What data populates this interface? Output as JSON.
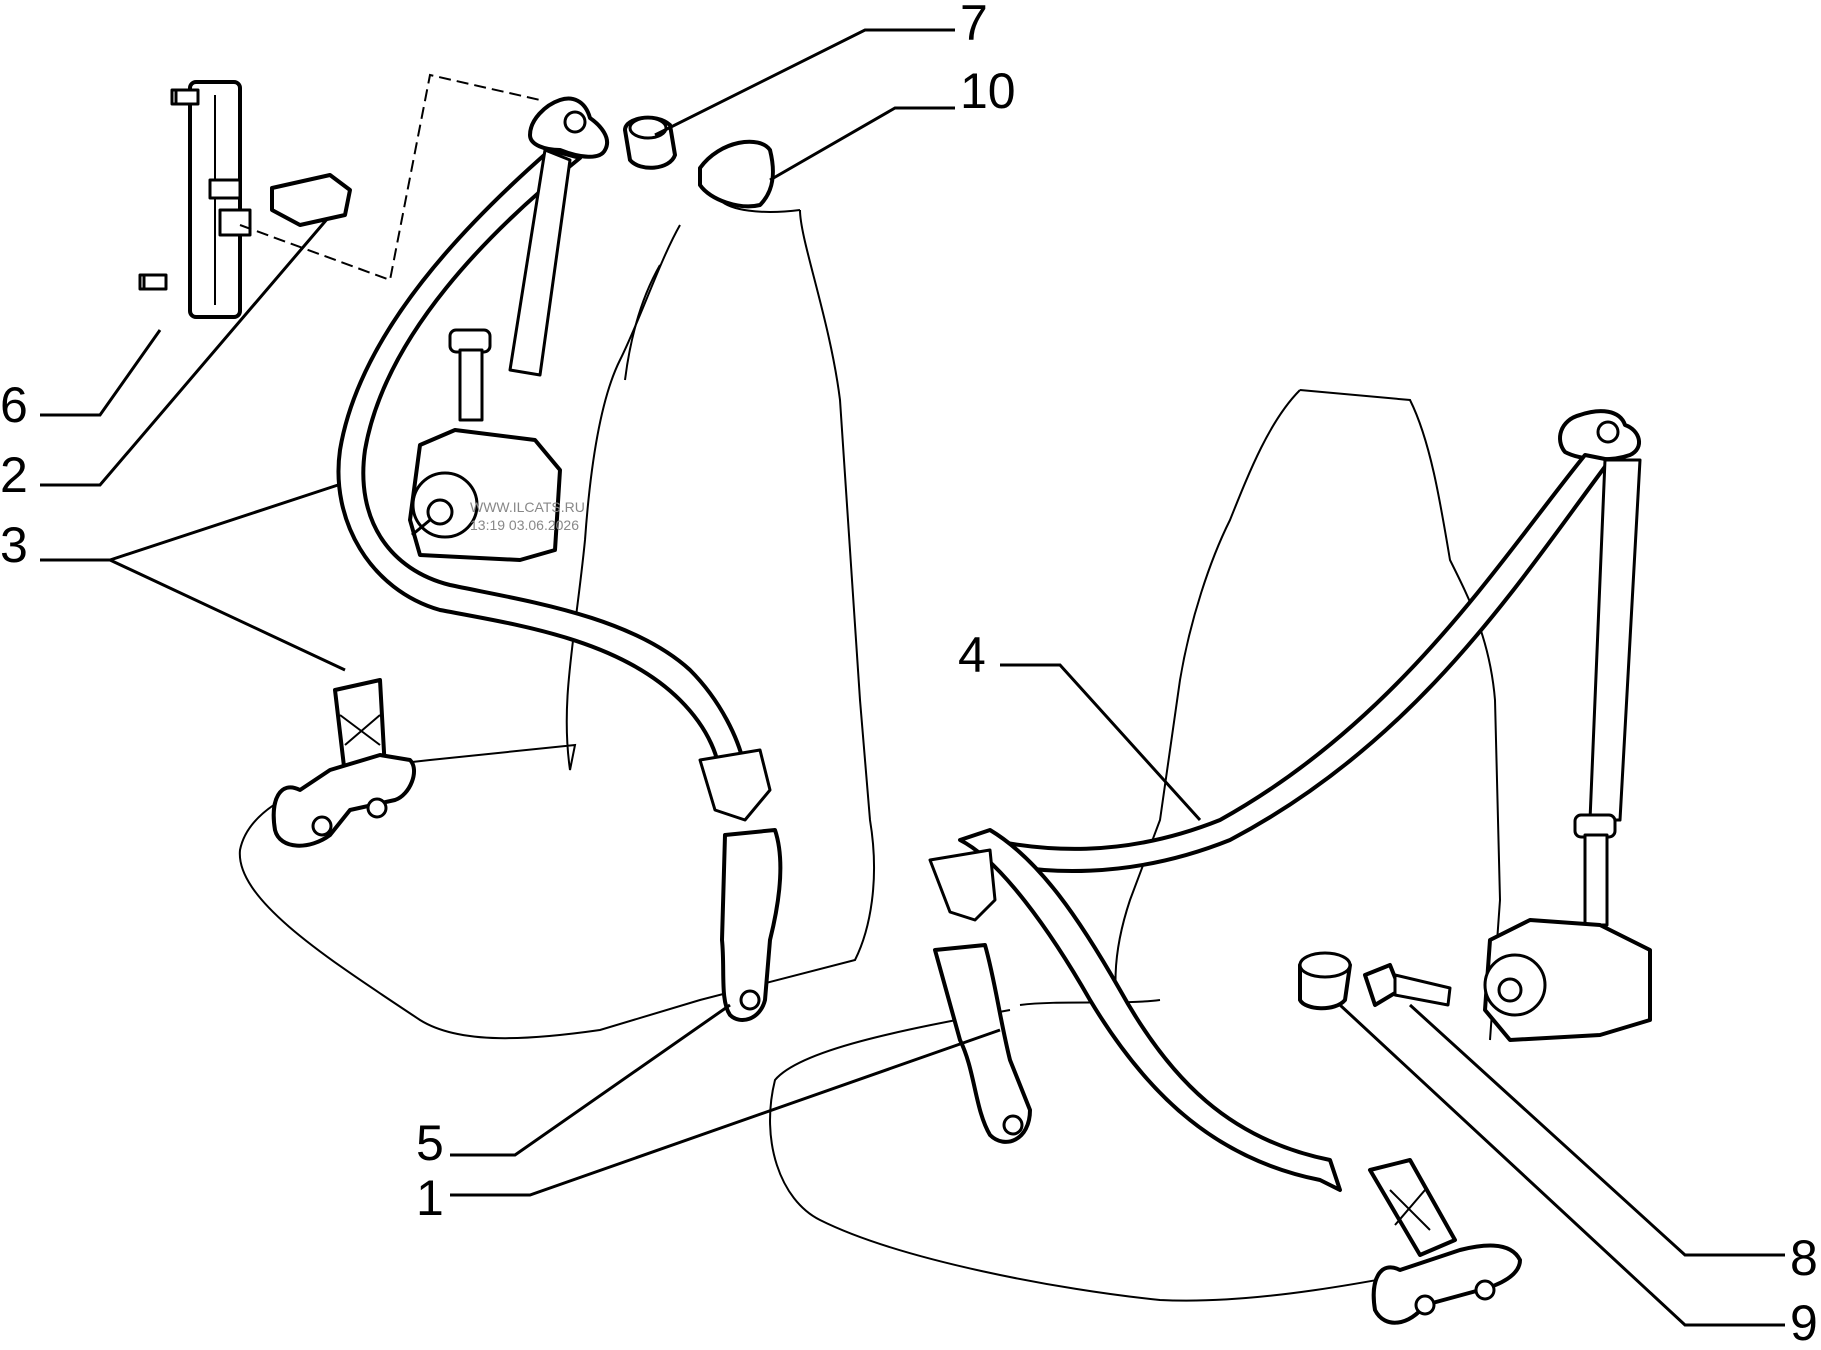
{
  "callouts": [
    {
      "id": "7",
      "label": "7"
    },
    {
      "id": "10",
      "label": "10"
    },
    {
      "id": "6",
      "label": "6"
    },
    {
      "id": "2",
      "label": "2"
    },
    {
      "id": "3",
      "label": "3"
    },
    {
      "id": "4",
      "label": "4"
    },
    {
      "id": "5",
      "label": "5"
    },
    {
      "id": "1",
      "label": "1"
    },
    {
      "id": "8",
      "label": "8"
    },
    {
      "id": "9",
      "label": "9"
    }
  ],
  "watermark": {
    "line1": "WWW.ILCATS.RU",
    "line2": "13:19 03.06.2026"
  }
}
